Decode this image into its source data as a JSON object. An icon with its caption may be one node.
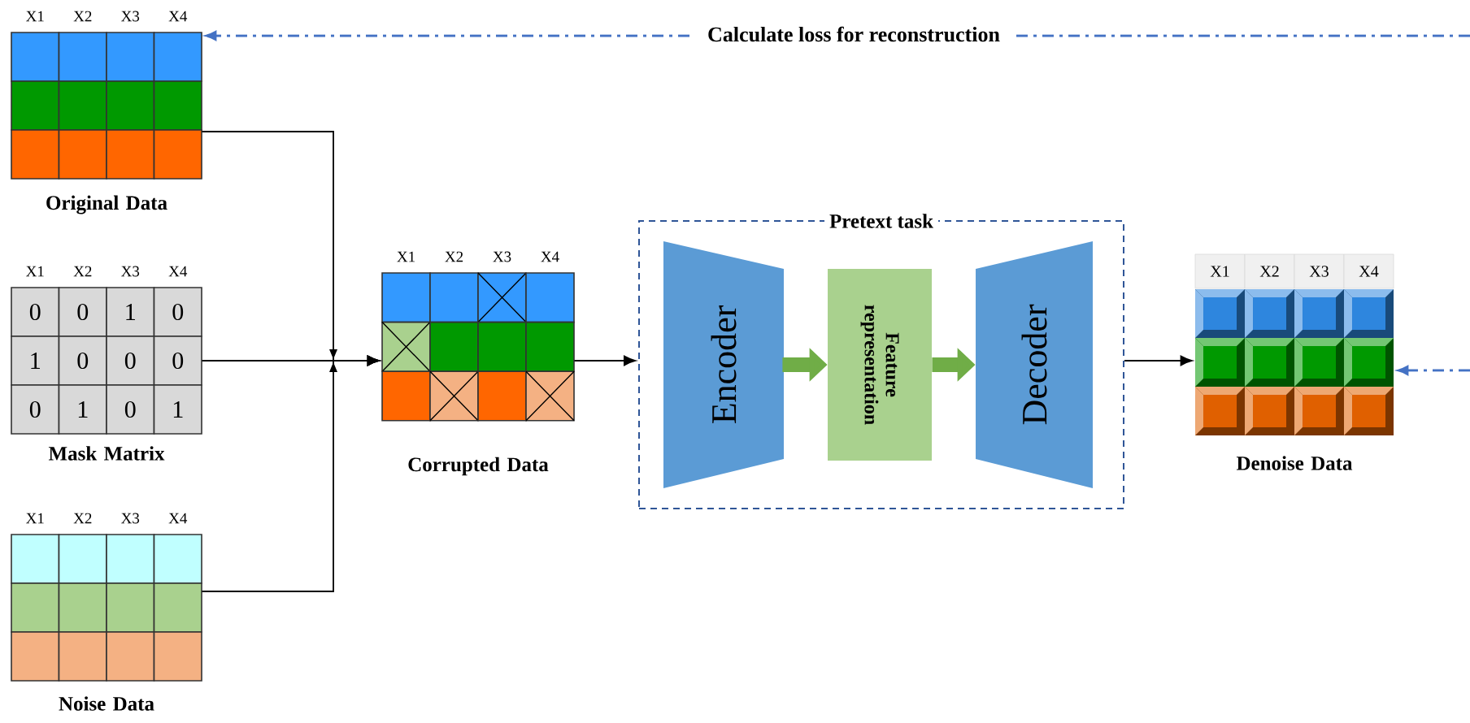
{
  "diagram": {
    "nodes": [
      {
        "text": [
          "X1",
          "X2",
          "X3",
          "X4"
        ],
        "beside": [
          "Original Data"
        ]
      },
      {
        "text": [
          "X1",
          "X2",
          "X3",
          "X4",
          "0",
          "0",
          "1",
          "0",
          "1",
          "0",
          "0",
          "0",
          "0",
          "1",
          "0",
          "1"
        ],
        "beside": [
          "Mask Matrix"
        ]
      },
      {
        "text": [
          "X1",
          "X2",
          "X3",
          "X4"
        ],
        "beside": [
          "Noise Data"
        ]
      },
      {
        "text": [
          "X1",
          "X2",
          "X3",
          "X4"
        ],
        "beside": [
          "Corrupted Data"
        ]
      },
      {
        "text": [
          "Pretext task"
        ]
      },
      {
        "text": [
          "Encoder"
        ],
        "in": 4
      },
      {
        "text": [
          "Feature representation"
        ],
        "in": 4
      },
      {
        "text": [
          "Decoder"
        ],
        "in": 4
      },
      {
        "text": [
          "X1",
          "X2",
          "X3",
          "X4"
        ],
        "beside": [
          "Denoise Data"
        ]
      }
    ],
    "edges": [
      {
        "from": 0,
        "to": 3,
        "arrow": "to"
      },
      {
        "from": 1,
        "to": 3,
        "arrow": "to"
      },
      {
        "from": 2,
        "to": 3,
        "arrow": "to"
      },
      {
        "from": 3,
        "to": 4,
        "arrow": "to"
      },
      {
        "from": 5,
        "to": 6,
        "arrow": "to",
        "style": "thick",
        "color": "#70ad47"
      },
      {
        "from": 6,
        "to": 7,
        "arrow": "to",
        "style": "thick",
        "color": "#70ad47"
      },
      {
        "from": 4,
        "to": 8,
        "arrow": "to"
      },
      {
        "from": null,
        "to": 0,
        "arrow": "to",
        "label": "Calculate loss for reconstruction",
        "style": "dashed",
        "color": "#4472c4"
      },
      {
        "from": null,
        "to": 8,
        "arrow": "to",
        "style": "dashed",
        "color": "#4472c4"
      }
    ]
  }
}
